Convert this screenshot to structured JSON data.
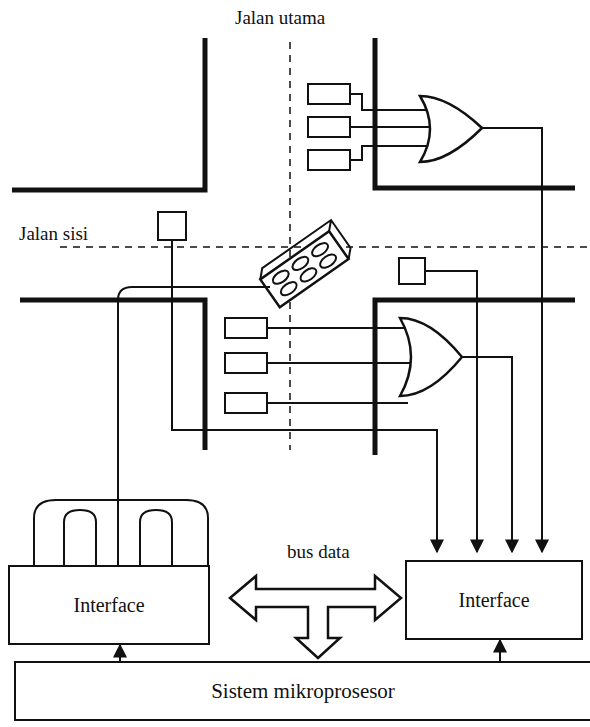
{
  "diagram": {
    "nodes": [
      {
        "text": [
          "Interface"
        ]
      },
      {
        "text": [
          "Interface"
        ]
      },
      {
        "text": [
          "Sistem mikroprosesor"
        ]
      }
    ],
    "edges": [
      {
        "from": 0,
        "to": 1,
        "arrow": "both",
        "label": "bus data"
      },
      {
        "from": 2,
        "to": 0,
        "arrow": "to"
      },
      {
        "from": 2,
        "to": 1,
        "arrow": "to"
      }
    ],
    "labels": [
      "Jalan utama",
      "Jalan sisi"
    ]
  }
}
